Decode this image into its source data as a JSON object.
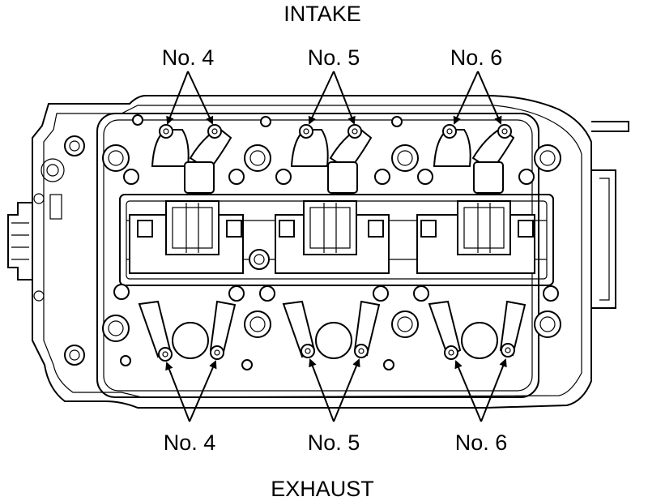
{
  "labels": {
    "intake": "INTAKE",
    "exhaust": "EXHAUST",
    "cyl_4": "No. 4",
    "cyl_5": "No. 5",
    "cyl_6": "No. 6"
  }
}
